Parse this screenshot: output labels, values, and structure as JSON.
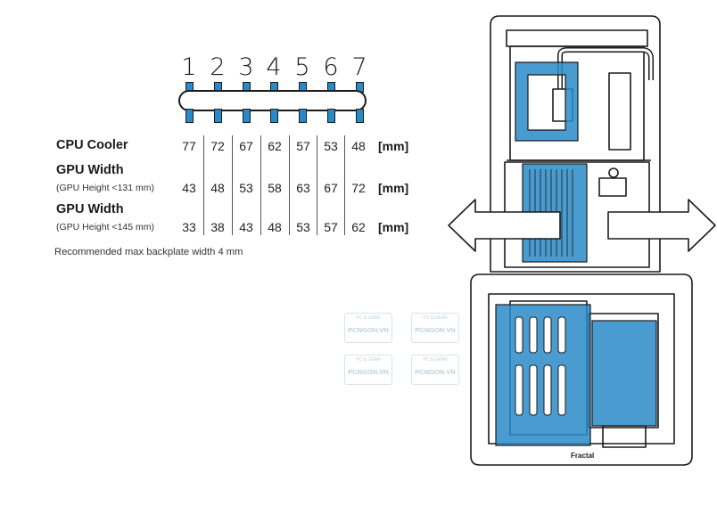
{
  "slots": [
    "1",
    "2",
    "3",
    "4",
    "5",
    "6",
    "7"
  ],
  "rows": [
    {
      "label": "CPU Cooler",
      "sub": "",
      "values": [
        "77",
        "72",
        "67",
        "62",
        "57",
        "53",
        "48"
      ],
      "unit": "[mm]"
    },
    {
      "label": "GPU Width",
      "sub": "(GPU Height <131 mm)",
      "values": [
        "43",
        "48",
        "53",
        "58",
        "63",
        "67",
        "72"
      ],
      "unit": "[mm]"
    },
    {
      "label": "GPU Width",
      "sub": "(GPU Height <145 mm)",
      "values": [
        "33",
        "38",
        "43",
        "48",
        "53",
        "57",
        "62"
      ],
      "unit": "[mm]"
    }
  ],
  "note": "Recommended max backplate width 4 mm",
  "brand": "Fractal",
  "watermark": {
    "line1": "PC & GEAR",
    "line2": "PCNGON.VN"
  },
  "colors": {
    "accent": "#2a8ac8",
    "ink": "#1a1a1a"
  }
}
